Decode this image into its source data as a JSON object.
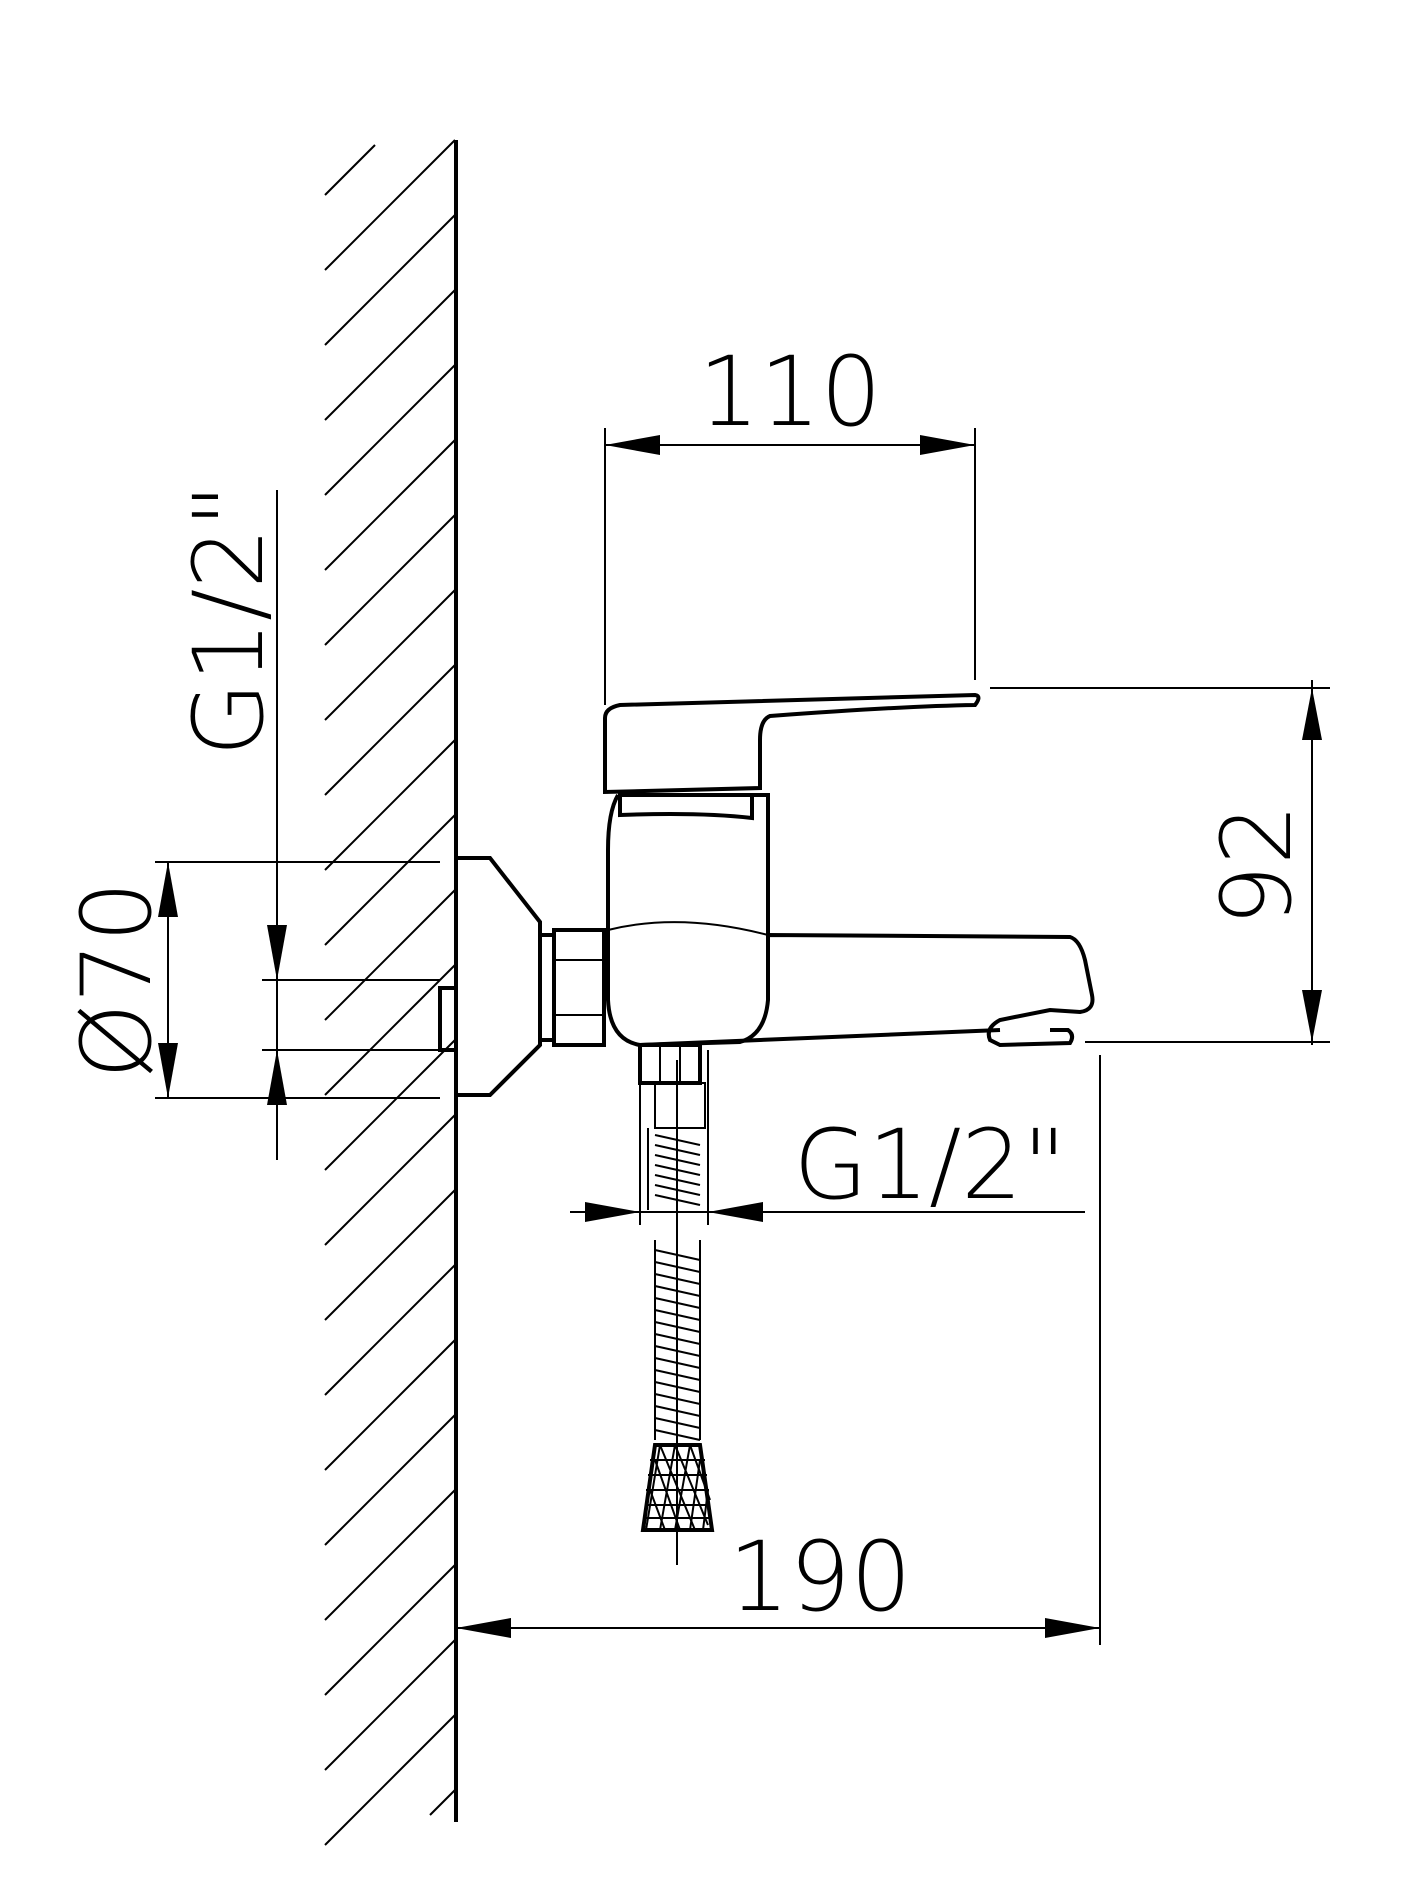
{
  "dimensions": {
    "top_width": "110",
    "height": "92",
    "total_length": "190",
    "flange_diameter": "Ø70",
    "wall_thread": "G1/2\"",
    "outlet_thread": "G1/2\""
  }
}
